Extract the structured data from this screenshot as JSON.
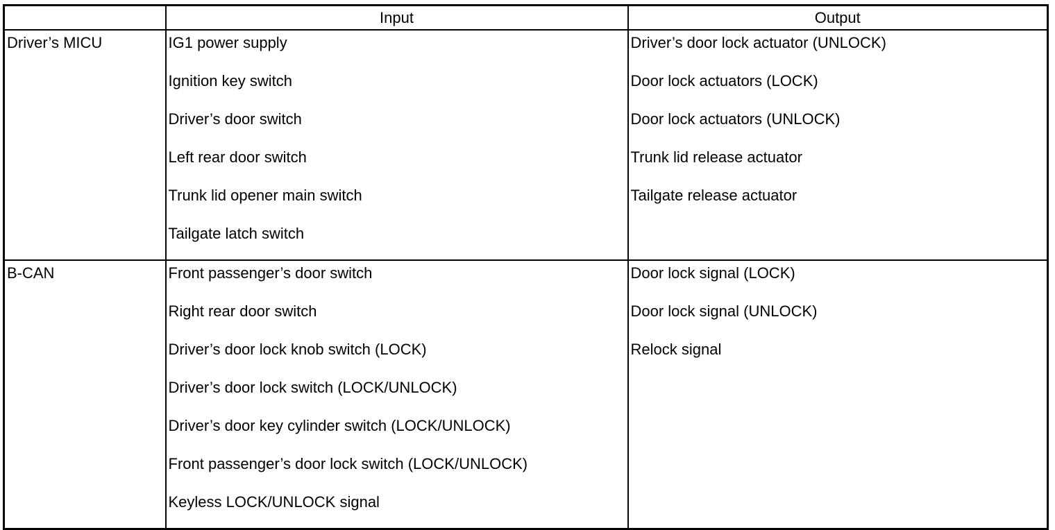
{
  "table": {
    "headers": [
      "",
      "Input",
      "Output"
    ],
    "rows": [
      {
        "source": "Driver’s MICU",
        "inputs": [
          "IG1 power supply",
          "Ignition key switch",
          "Driver’s door switch",
          "Left rear door switch",
          "Trunk lid opener main switch",
          "Tailgate latch switch"
        ],
        "outputs": [
          "Driver’s door lock actuator (UNLOCK)",
          "Door lock actuators (LOCK)",
          "Door lock actuators (UNLOCK)",
          "Trunk lid release actuator",
          "Tailgate release actuator"
        ]
      },
      {
        "source": "B-CAN",
        "inputs": [
          "Front passenger’s door switch",
          "Right rear door switch",
          "Driver’s door lock knob switch (LOCK)",
          "Driver’s door lock switch (LOCK/UNLOCK)",
          "Driver’s door key cylinder switch (LOCK/UNLOCK)",
          "Front passenger’s door lock switch (LOCK/UNLOCK)",
          "Keyless LOCK/UNLOCK signal"
        ],
        "outputs": [
          "Door lock signal (LOCK)",
          "Door lock signal (UNLOCK)",
          "Relock signal"
        ]
      }
    ]
  }
}
